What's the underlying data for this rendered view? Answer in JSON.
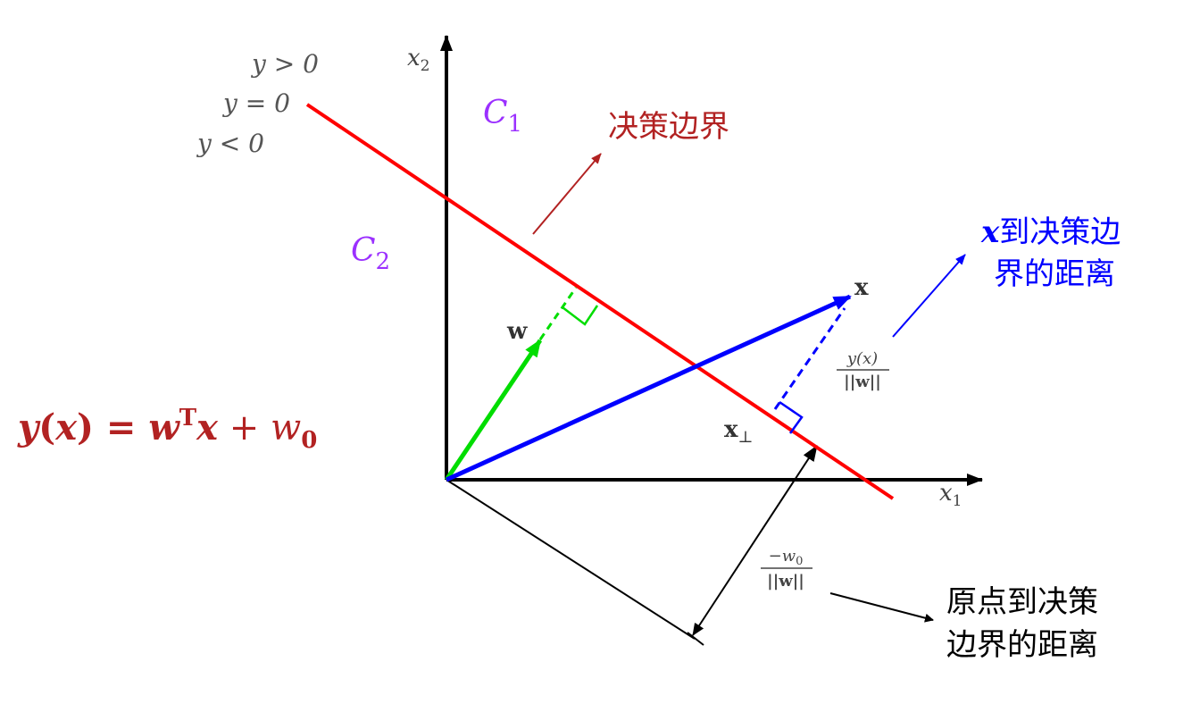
{
  "labels": {
    "y_gt": "y > 0",
    "y_eq": "y = 0",
    "y_lt": "y < 0",
    "axis_x1": "x",
    "axis_x1_sub": "1",
    "axis_x2": "x",
    "axis_x2_sub": "2",
    "c1": "C",
    "c1_sub": "1",
    "c2": "C",
    "c2_sub": "2",
    "decision_boundary": "决策边界",
    "dist_x_line1_var": "x",
    "dist_x_line1_rest": "到决策边",
    "dist_x_line2": "界的距离",
    "vec_x": "x",
    "vec_w": "w",
    "x_perp": "x",
    "x_perp_sub": "⊥",
    "frac_y_num": "y(x)",
    "frac_y_den": "||w||",
    "frac_w0_num": "−w",
    "frac_w0_num_sub": "0",
    "frac_w0_den": "||w||",
    "origin_dist_line1": "原点到决策",
    "origin_dist_line2": "边界的距离"
  },
  "formula": {
    "y": "y",
    "lp": "(",
    "x": "x",
    "rp": ")",
    "eq": " = ",
    "w": "w",
    "T": "T",
    "x2": "x",
    "plus": " + ",
    "w0": "w",
    "w0_sub": "0"
  },
  "colors": {
    "boundary": "#ff0000",
    "vector_x": "#0000ff",
    "vector_w": "#00dd00",
    "class_label": "#9b30ff",
    "annotation_red": "#b22222",
    "annotation_blue": "#0000ff",
    "axis": "#000000"
  }
}
